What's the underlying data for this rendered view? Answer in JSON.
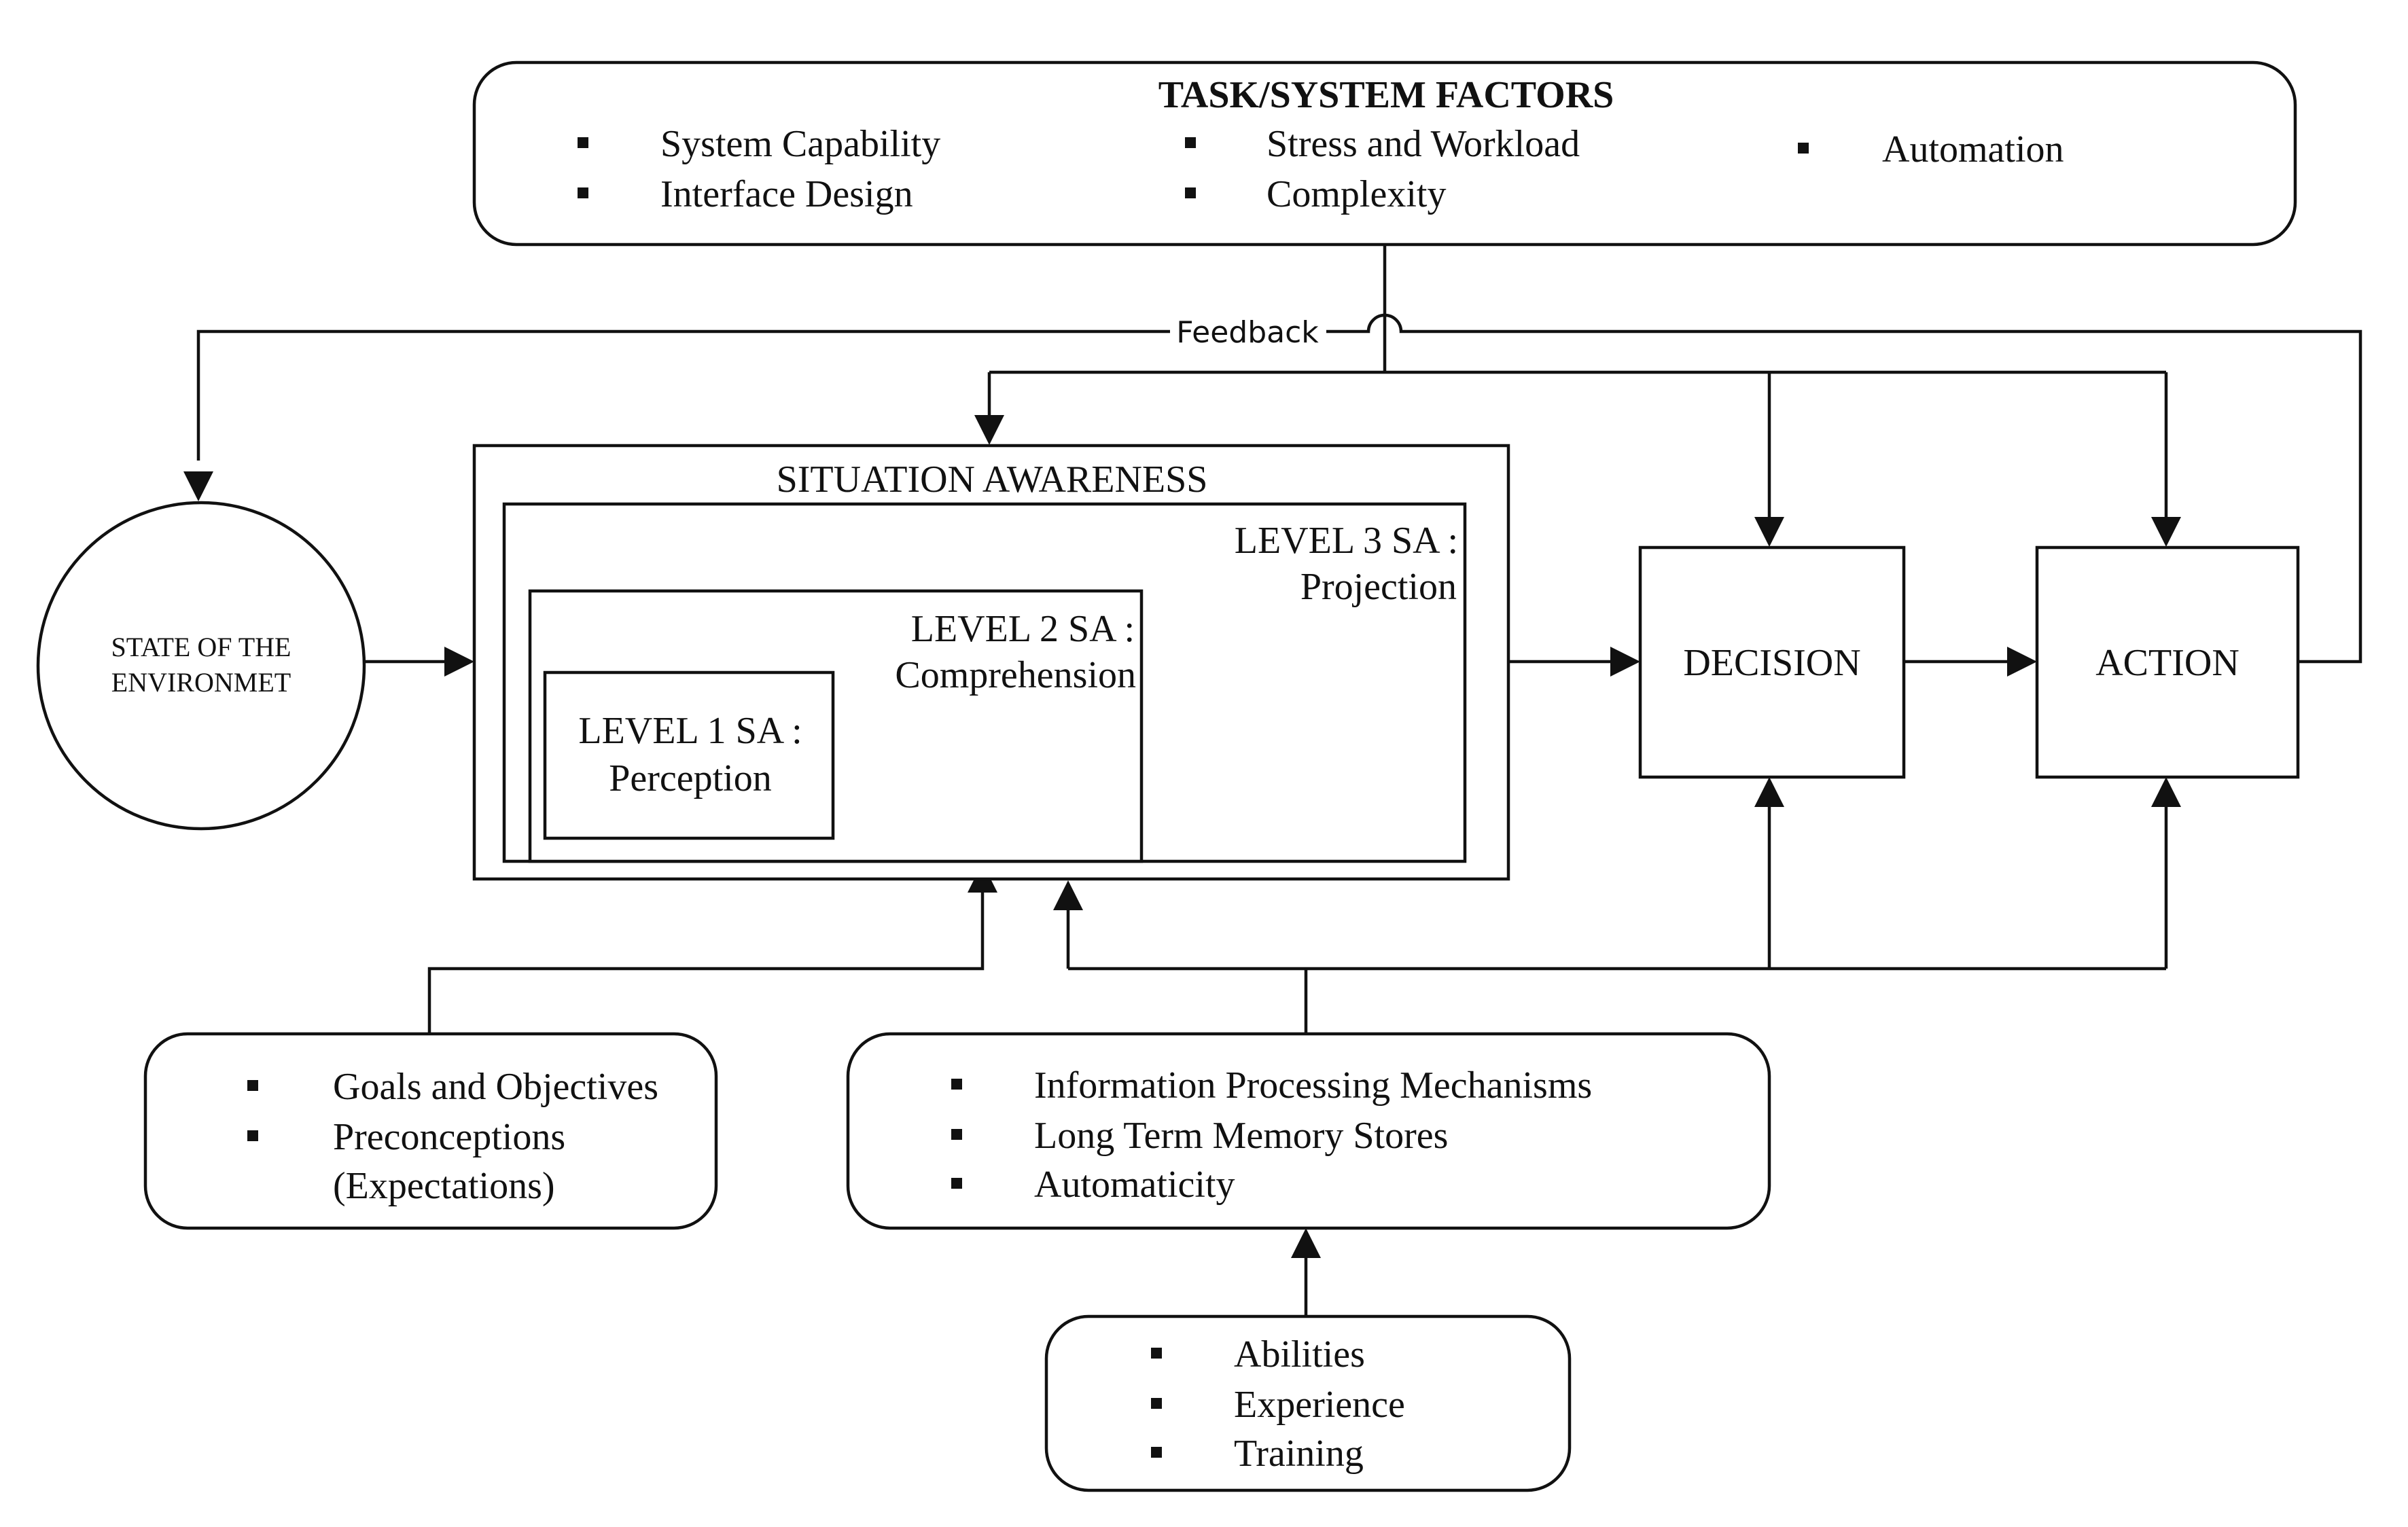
{
  "task_factors": {
    "title": "TASK/SYSTEM FACTORS",
    "col1": [
      "System Capability",
      "Interface Design"
    ],
    "col2": [
      "Stress and Workload",
      "Complexity"
    ],
    "col3": [
      "Automation"
    ]
  },
  "feedback_label": "Feedback",
  "environment": {
    "line1": "STATE OF THE",
    "line2": "ENVIRONMET"
  },
  "situation_awareness": {
    "title": "SITUATION AWARENESS",
    "level3": {
      "line1": "LEVEL 3 SA :",
      "line2": "Projection"
    },
    "level2": {
      "line1": "LEVEL 2 SA :",
      "line2": "Comprehension"
    },
    "level1": {
      "line1": "LEVEL 1 SA :",
      "line2": "Perception"
    }
  },
  "decision_label": "DECISION",
  "action_label": "ACTION",
  "goals_box": {
    "items": [
      "Goals and Objectives",
      "Preconceptions",
      "(Expectations)"
    ]
  },
  "individual_box": {
    "items": [
      "Information Processing Mechanisms",
      "Long Term Memory Stores",
      "Automaticity"
    ]
  },
  "abilities_box": {
    "items": [
      "Abilities",
      "Experience",
      "Training"
    ]
  }
}
